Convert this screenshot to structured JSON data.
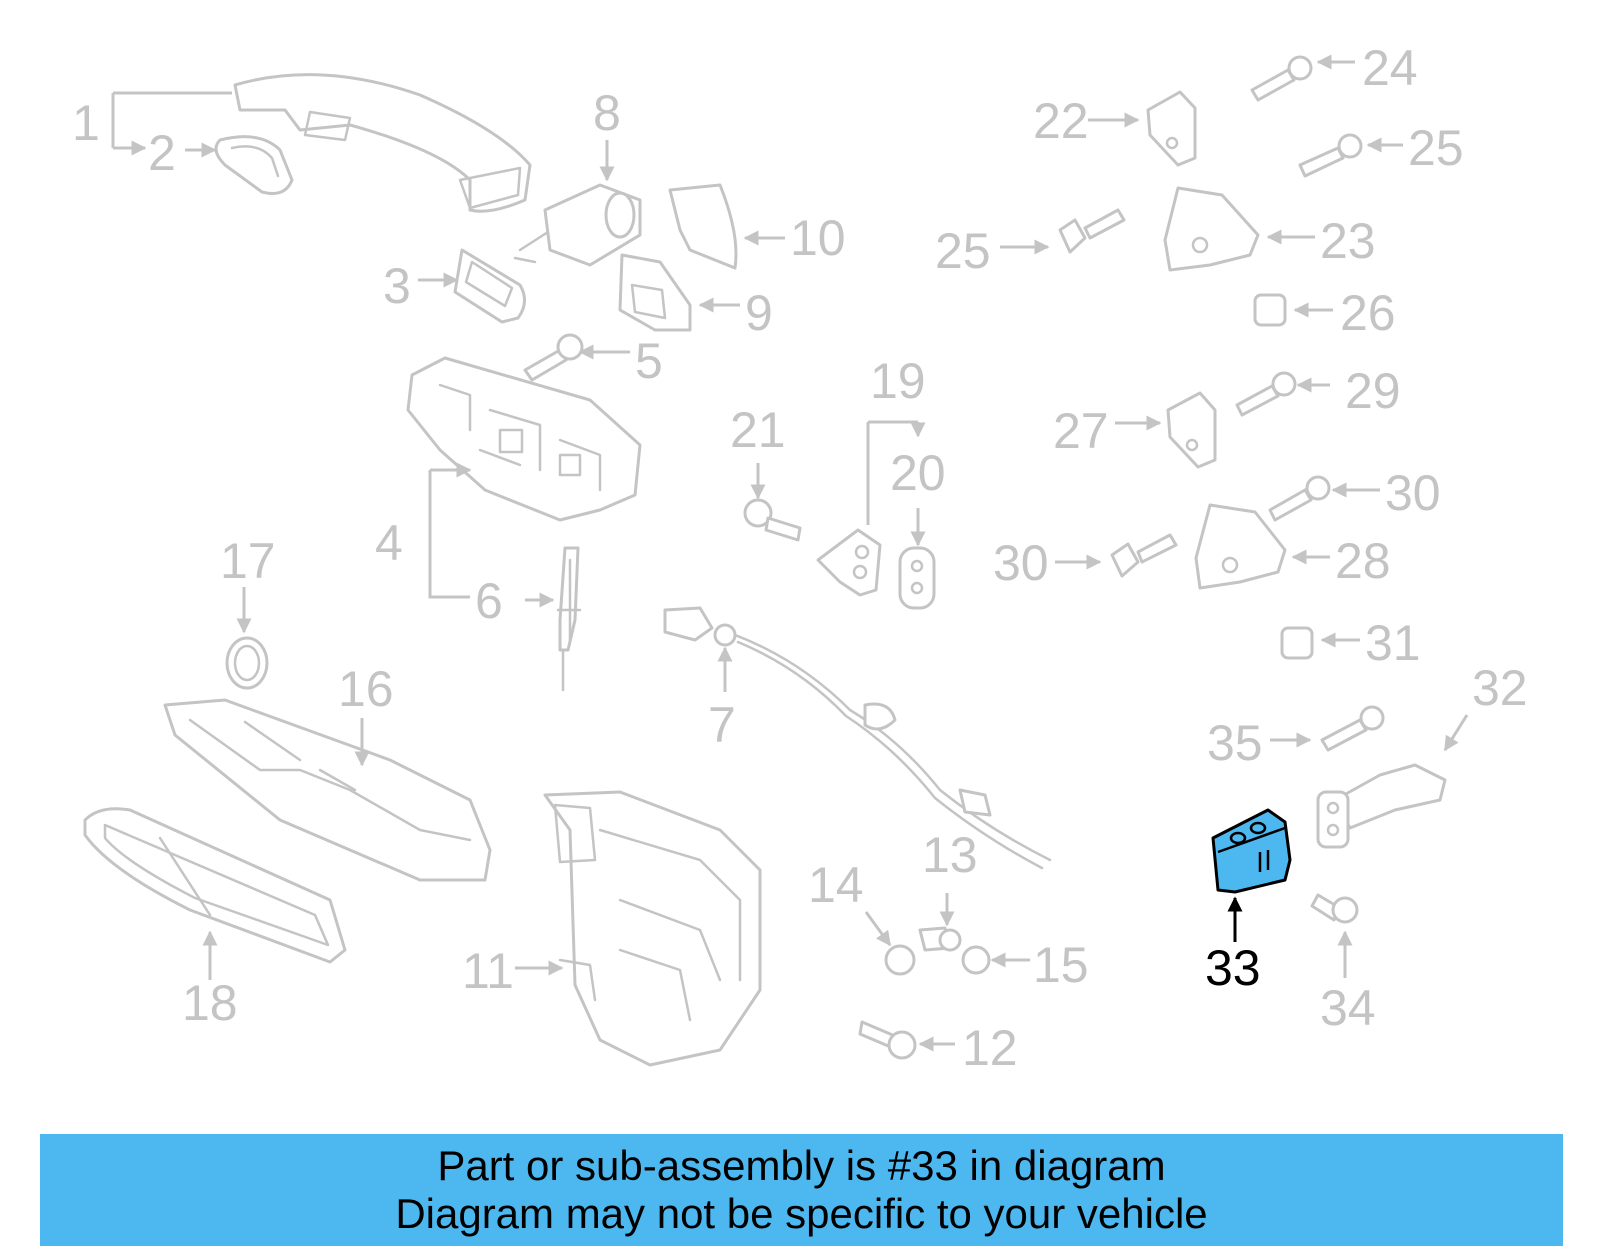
{
  "callouts": {
    "c1": "1",
    "c2": "2",
    "c3": "3",
    "c4": "4",
    "c5": "5",
    "c6": "6",
    "c7": "7",
    "c8": "8",
    "c9": "9",
    "c10": "10",
    "c11": "11",
    "c12": "12",
    "c13": "13",
    "c14": "14",
    "c15": "15",
    "c16": "16",
    "c17": "17",
    "c18": "18",
    "c19": "19",
    "c20": "20",
    "c21": "21",
    "c22": "22",
    "c23": "23",
    "c24": "24",
    "c25": "25",
    "c26": "26",
    "c27": "27",
    "c28": "28",
    "c29": "29",
    "c30": "30",
    "c31": "31",
    "c32": "32",
    "c33": "33",
    "c34": "34",
    "c35": "35"
  },
  "highlight": {
    "part_number": "33",
    "color": "#4db8f0"
  },
  "banner": {
    "line1": "Part or sub-assembly is #33 in diagram",
    "line2": "Diagram may not be specific to your vehicle",
    "color": "#4db8f0"
  },
  "colors": {
    "line_art": "#c4c4c4",
    "highlight_outline": "#000000"
  }
}
